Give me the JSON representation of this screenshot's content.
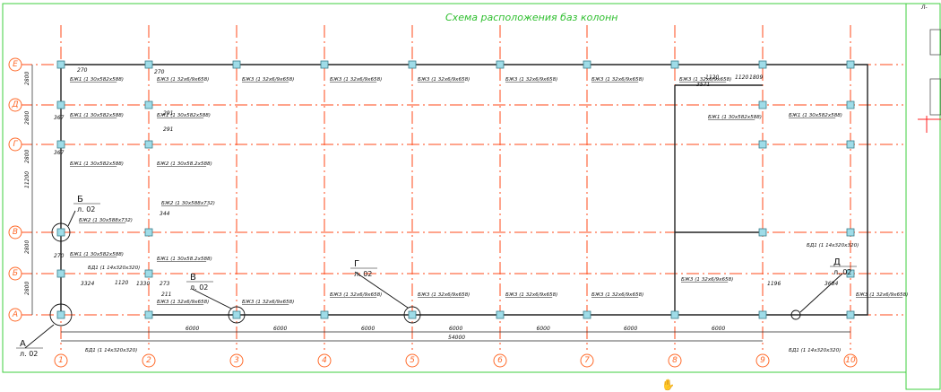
{
  "title": "Схема расположения баз колонн",
  "columns": [
    {
      "label": "1"
    },
    {
      "label": "2"
    },
    {
      "label": "3"
    },
    {
      "label": "4"
    },
    {
      "label": "5"
    },
    {
      "label": "6"
    },
    {
      "label": "7"
    },
    {
      "label": "8"
    },
    {
      "label": "9"
    },
    {
      "label": "10"
    }
  ],
  "rows": [
    {
      "label": "Е"
    },
    {
      "label": "Д"
    },
    {
      "label": "Г"
    },
    {
      "label": "В"
    },
    {
      "label": "Б"
    },
    {
      "label": "А"
    }
  ],
  "span_dims": [
    "6000",
    "6000",
    "6000",
    "6000",
    "6000",
    "6000",
    "6000"
  ],
  "total_dim": "54000",
  "left_dims": [
    "2800",
    "2800",
    "2800",
    "11200",
    "2800",
    "2800"
  ],
  "base_labels": [
    "БЖ1 (1 30х582х588)",
    "БЖ3 (1 32х6/9х658)",
    "БЖ3 (1 32х6/9х658)",
    "БЖ3 (1 32х6/9х658)",
    "БЖ3 (1 32х6/9х658)",
    "БЖ3 (1 32х6/9х658)",
    "БЖ3 (1 32х6/9х658)",
    "БЖ3 (1 32х6/9х658)",
    "БЖ1 (1 30х582х588)",
    "БЖ1 (1 30х582х588)",
    "БЖ2 (1 30х588х732)",
    "БЖ2 (1 30х58.2х588)",
    "БЖ2 (1 30х588х732)",
    "БЖ1 (1 30х582х588)",
    "БЖ1 (1 30х582х588)",
    "БЖ1 (1 30х582х588)",
    "БЖ3 (1 32х6/9х658)",
    "БЖ3 (1 32х6/9х658)",
    "БЖ3 (1 32х6/9х658)",
    "БЖ3 (1 32х6/9х658)",
    "БЖ3 (1 32х6/9х658)",
    "БЖ3 (1 32х6/9х658)",
    "БЖ3 (1 32х6/9х658)",
    "БЖ1 (1 30х582х588)",
    "БЖ1 (1 30х58.2х588)",
    "БЖ3 (1 32х6/9х658)"
  ],
  "small_dims": [
    "270",
    "270",
    "291",
    "291",
    "367",
    "367",
    "344",
    "270",
    "273",
    "211",
    "1120",
    "3324",
    "1330",
    "1120",
    "1809",
    "1120",
    "3571",
    "3684",
    "1196"
  ],
  "bd_labels": [
    "БД1 (1 14х320х320)",
    "БД1 (1 14х320х320)",
    "БД1 (1 14х320х320)",
    "БД1 (1 14х320х320)"
  ],
  "callouts": [
    {
      "letter": "А",
      "sheet": "л. 02"
    },
    {
      "letter": "Б",
      "sheet": "л. 02"
    },
    {
      "letter": "В",
      "sheet": "л. 02"
    },
    {
      "letter": "Г",
      "sheet": "л. 02"
    },
    {
      "letter": "Д",
      "sheet": "л. 02"
    }
  ],
  "corner_text": "Л-",
  "colors": {
    "axis": "#ff4a1a",
    "frame": "#3fcf3f",
    "base": "#9fdce8"
  },
  "icons": {
    "hand": "hand-cursor-icon"
  }
}
